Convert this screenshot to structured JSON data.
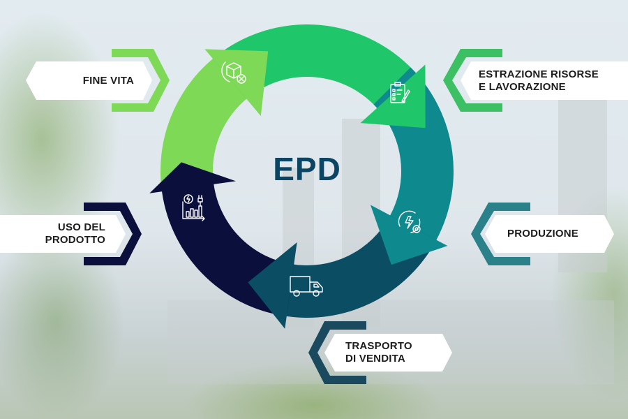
{
  "center_title": "EPD",
  "colors": {
    "light_green": "#7ed957",
    "green": "#1fc66a",
    "teal": "#0e8a8f",
    "dark_teal": "#0b4d63",
    "navy": "#0a0f3c",
    "title": "#0b4563"
  },
  "stages": [
    {
      "id": "fine-vita",
      "line1": "FINE VITA",
      "line2": "",
      "icon": "box-remove-icon"
    },
    {
      "id": "estrazione",
      "line1": "ESTRAZIONE RISORSE",
      "line2": "E LAVORAZIONE",
      "icon": "clipboard-checklist-icon"
    },
    {
      "id": "produzione",
      "line1": "PRODUZIONE",
      "line2": "",
      "icon": "energy-gear-icon"
    },
    {
      "id": "trasporto",
      "line1": "TRASPORTO",
      "line2": "DI VENDITA",
      "icon": "truck-icon"
    },
    {
      "id": "uso",
      "line1": "USO DEL",
      "line2": "PRODOTTO",
      "icon": "energy-chart-icon"
    }
  ]
}
